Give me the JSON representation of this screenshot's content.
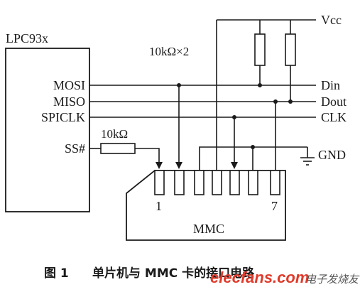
{
  "mcu": {
    "name": "LPC93x"
  },
  "pins": {
    "mosi": "MOSI",
    "miso": "MISO",
    "spiclk": "SPICLK",
    "ss": "SS#"
  },
  "rails": {
    "vcc": "Vcc",
    "din": "Din",
    "dout": "Dout",
    "clk": "CLK",
    "gnd": "GND"
  },
  "components": {
    "pullups": "10kΩ×2",
    "ss_resistor": "10kΩ"
  },
  "card": {
    "name": "MMC",
    "pin_first": "1",
    "pin_last": "7"
  },
  "caption": {
    "figure": "图 1",
    "text": "单片机与 MMC 卡的接口电路"
  },
  "watermark": {
    "main": "elecfans.com",
    "sub": "电子发烧友"
  }
}
